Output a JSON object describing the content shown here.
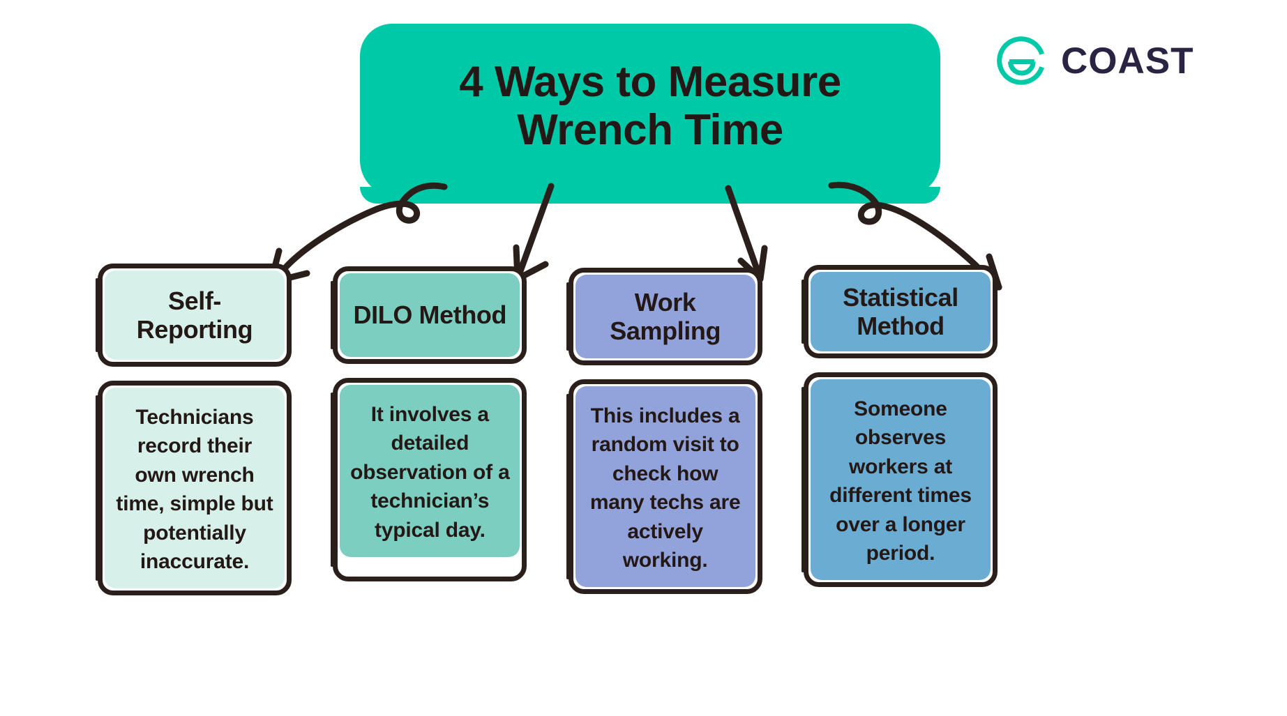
{
  "brand": {
    "name": "COAST",
    "logo_icon": "coast-circle-smile-logo",
    "accent_color": "#00C9A7",
    "wordmark_color": "#2B2342"
  },
  "title": {
    "line1": "4 Ways to Measure",
    "line2": "Wrench Time",
    "banner_color": "#00C9A7",
    "text_color": "#231815"
  },
  "connectors": [
    {
      "name": "arrow-curved-loop-left",
      "style": "curved-with-loop",
      "target": "Self-Reporting"
    },
    {
      "name": "arrow-straight-second",
      "style": "straight",
      "target": "DILO Method"
    },
    {
      "name": "arrow-straight-third",
      "style": "straight",
      "target": "Work Sampling"
    },
    {
      "name": "arrow-curved-loop-right",
      "style": "curved-with-loop",
      "target": "Statistical Method"
    }
  ],
  "methods": [
    {
      "id": "self-reporting",
      "heading": "Self-Reporting",
      "description": "Technicians record their own wrench time, simple but potentially inaccurate.",
      "fill": "#D7F0E9"
    },
    {
      "id": "dilo-method",
      "heading": "DILO Method",
      "description": "It involves a detailed observation of a technician’s typical day.",
      "fill": "#7CCFC0"
    },
    {
      "id": "work-sampling",
      "heading": "Work Sampling",
      "description": "This includes a random visit to check how many techs are actively working.",
      "fill": "#92A3DB"
    },
    {
      "id": "statistical-method",
      "heading": "Statistical Method",
      "description": "Someone observes workers at different times over a longer period.",
      "fill": "#6BACD2"
    }
  ],
  "outline_color": "#2B1F1C"
}
